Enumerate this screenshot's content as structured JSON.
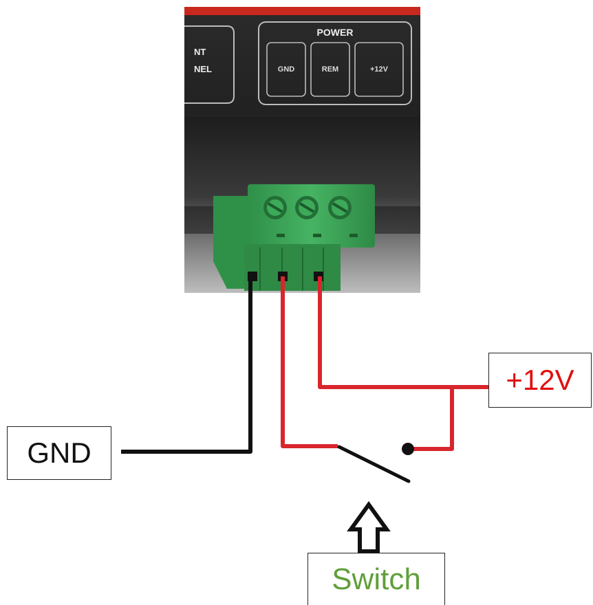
{
  "device": {
    "section_label": "POWER",
    "terminals": [
      "GND",
      "REM",
      "+12V"
    ],
    "partial_labels": [
      "NT",
      "NEL"
    ]
  },
  "labels": {
    "gnd": "GND",
    "plus12v": "+12V",
    "switch": "Switch"
  },
  "colors": {
    "gnd_wire": "#111111",
    "supply_wire": "#d8262c",
    "plus12v_text": "#e01010",
    "switch_text": "#5f9f3a",
    "connector": "#3aa655",
    "device_body": "#2a2a2a",
    "device_accent": "#c8281e"
  },
  "icons": {
    "switch_pointer": "up-arrow-icon",
    "switch_symbol": "spst-switch-icon"
  }
}
